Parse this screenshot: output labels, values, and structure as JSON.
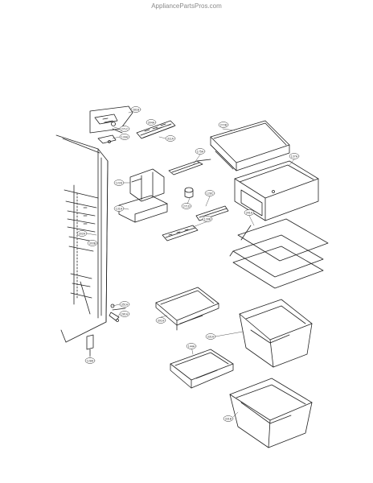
{
  "header": {
    "watermark": "AppliancePartsPros.com"
  },
  "callouts": {
    "c1": "281B",
    "c2": "304A",
    "c3": "272B",
    "c4": "271C",
    "c5": "139A",
    "c6": "311A",
    "c7": "175A",
    "c8": "137A",
    "c9": "122A",
    "c10": "271D",
    "c11": "128C",
    "c12": "131A",
    "c13": "128B",
    "c14": "341A",
    "c15": "302A",
    "c16": "303B",
    "c17": "351A",
    "c18": "281A",
    "c19": "301A",
    "c20": "331A",
    "c21": "144A",
    "c22": "128A",
    "c23": "331B"
  }
}
